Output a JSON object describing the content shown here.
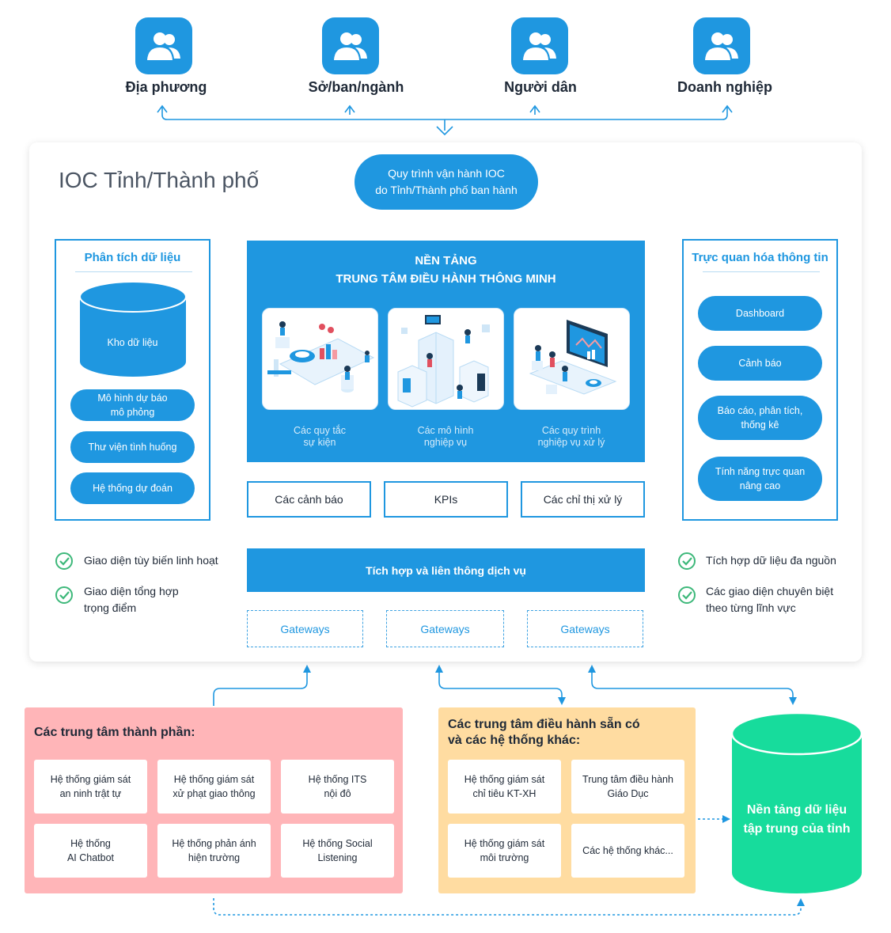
{
  "users": [
    {
      "label": "Địa phương"
    },
    {
      "label": "Sở/ban/ngành"
    },
    {
      "label": "Người dân"
    },
    {
      "label": "Doanh nghiệp"
    }
  ],
  "ioc": {
    "title": "IOC Tỉnh/Thành phố",
    "process_line1": "Quy trình vận hành IOC",
    "process_line2": "do Tỉnh/Thành phố ban hành"
  },
  "analysis": {
    "title": "Phân tích dữ liệu",
    "warehouse": "Kho dữ liệu",
    "items": [
      {
        "line1": "Mô hình dự báo",
        "line2": "mô phỏng"
      },
      {
        "line1": "Thư viện tình huống",
        "line2": ""
      },
      {
        "line1": "Hệ thống dự đoán",
        "line2": ""
      }
    ]
  },
  "platform": {
    "title_line1": "NỀN TẢNG",
    "title_line2": "TRUNG TÂM ĐIỀU HÀNH THÔNG MINH",
    "modules": [
      {
        "line1": "Các quy tắc",
        "line2": "sự kiện"
      },
      {
        "line1": "Các mô hình",
        "line2": "nghiệp vụ"
      },
      {
        "line1": "Các quy trình",
        "line2": "nghiệp vụ xử lý"
      }
    ]
  },
  "visualization": {
    "title": "Trực quan hóa thông tin",
    "items": [
      {
        "line1": "Dashboard",
        "line2": ""
      },
      {
        "line1": "Cảnh báo",
        "line2": ""
      },
      {
        "line1": "Báo cáo, phân tích,",
        "line2": "thống kê"
      },
      {
        "line1": "Tính năng trực quan",
        "line2": "nâng cao"
      }
    ]
  },
  "outputs": [
    "Các cảnh báo",
    "KPIs",
    "Các chỉ thị xử lý"
  ],
  "integration": "Tích hợp và liên thông dịch vụ",
  "gateways": [
    "Gateways",
    "Gateways",
    "Gateways"
  ],
  "features_left": [
    {
      "line1": "Giao diện tùy biến linh hoạt",
      "line2": ""
    },
    {
      "line1": "Giao diện tổng hợp",
      "line2": "trọng điểm"
    }
  ],
  "features_right": [
    {
      "line1": "Tích hợp dữ liệu đa nguồn",
      "line2": ""
    },
    {
      "line1": "Các giao diện chuyên biệt",
      "line2": "theo từng lĩnh vực"
    }
  ],
  "component_centers": {
    "title": "Các trung tâm thành phần:",
    "cards": [
      {
        "line1": "Hệ thống giám sát",
        "line2": "an ninh trật tự"
      },
      {
        "line1": "Hệ thống giám sát",
        "line2": "xử phạt giao thông"
      },
      {
        "line1": "Hệ thống ITS",
        "line2": "nội đô"
      },
      {
        "line1": "Hệ thống",
        "line2": "AI Chatbot"
      },
      {
        "line1": "Hệ thống phản ánh",
        "line2": "hiện trường"
      },
      {
        "line1": "Hệ thống Social",
        "line2": "Listening"
      }
    ]
  },
  "existing_centers": {
    "title_line1": "Các trung tâm điều hành sẵn có",
    "title_line2": "và các hệ thống khác:",
    "cards": [
      {
        "line1": "Hệ thống giám sát",
        "line2": "chỉ tiêu KT-XH"
      },
      {
        "line1": "Trung tâm điều hành",
        "line2": "Giáo Dục"
      },
      {
        "line1": "Hệ thống giám sát",
        "line2": "môi trường"
      },
      {
        "line1": "Các hệ thống khác...",
        "line2": ""
      }
    ]
  },
  "data_platform": {
    "line1": "Nền tảng dữ liệu",
    "line2": "tập trung của tỉnh"
  },
  "colors": {
    "primary_blue": "#1f97e0",
    "pink": "#ffb5b8",
    "orange": "#ffdca1",
    "green": "#17dc9c",
    "check_green": "#3db87a"
  }
}
